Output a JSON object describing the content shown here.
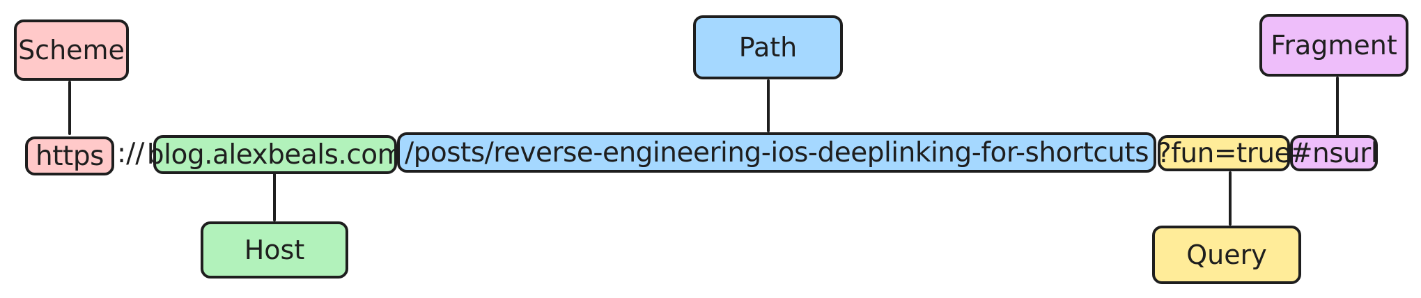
{
  "labels": {
    "scheme": "Scheme",
    "host": "Host",
    "path": "Path",
    "query": "Query",
    "fragment": "Fragment"
  },
  "url": {
    "scheme": "https",
    "separator": "://",
    "host": "blog.alexbeals.com",
    "path": "/posts/reverse-engineering-ios-deeplinking-for-shortcuts",
    "query": "?fun=true",
    "fragment": "#nsurl"
  },
  "colors": {
    "scheme": "#ffc9c9",
    "host": "#b2f2bb",
    "path": "#a5d8ff",
    "query": "#ffec99",
    "fragment": "#eebefa",
    "stroke": "#1e1e1e"
  }
}
